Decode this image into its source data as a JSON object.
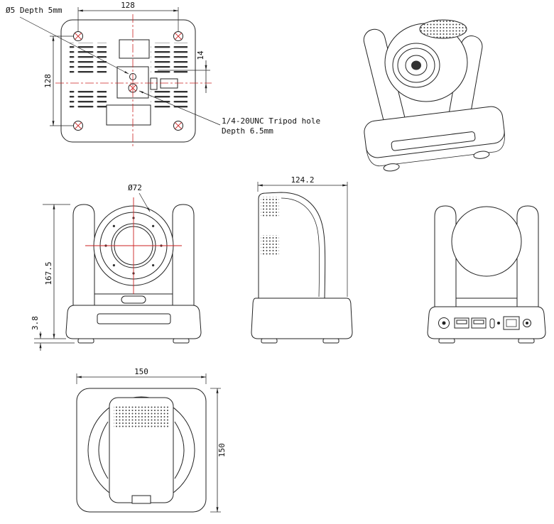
{
  "colors": {
    "line": "#222222",
    "accent_red": "#cc2222"
  },
  "views": {
    "bottom": {
      "dim_width": "128",
      "dim_height": "128",
      "dim_offset": "14",
      "note_hole": "Ø5 Depth 5mm",
      "note_tripod_1": "1/4-20UNC Tripod hole",
      "note_tripod_2": "Depth 6.5mm"
    },
    "front": {
      "dim_lens": "Ø72",
      "dim_height": "167.5",
      "dim_foot": "3.8"
    },
    "side": {
      "dim_depth": "124.2"
    },
    "top": {
      "dim_width": "150",
      "dim_depth": "150"
    }
  }
}
